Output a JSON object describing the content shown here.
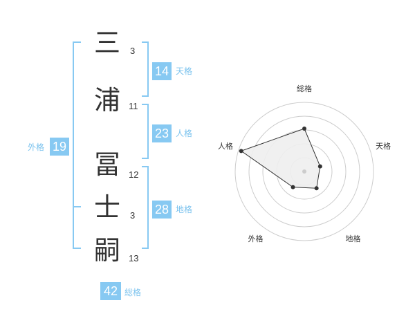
{
  "name": {
    "characters": [
      {
        "char": "三",
        "strokes": "3"
      },
      {
        "char": "浦",
        "strokes": "11"
      },
      {
        "char": "冨",
        "strokes": "12"
      },
      {
        "char": "士",
        "strokes": "3"
      },
      {
        "char": "嗣",
        "strokes": "13"
      }
    ]
  },
  "kakusu": {
    "tenkaku": {
      "value": "14",
      "label": "天格"
    },
    "jinkaku": {
      "value": "23",
      "label": "人格"
    },
    "chikaku": {
      "value": "28",
      "label": "地格"
    },
    "gaikaku": {
      "value": "19",
      "label": "外格"
    },
    "soukaku": {
      "value": "42",
      "label": "総格"
    }
  },
  "colors": {
    "accent": "#87c9f2",
    "accent_text": "#7cc3ee",
    "text": "#333333",
    "radar_grid": "#cccccc",
    "radar_fill": "#eeeeee"
  },
  "chart_data": {
    "type": "radar",
    "axes": [
      "総格",
      "天格",
      "地格",
      "外格",
      "人格"
    ],
    "values": [
      3.1,
      1.2,
      1.5,
      1.4,
      4.8
    ],
    "rmax": 5,
    "rings": 5
  }
}
